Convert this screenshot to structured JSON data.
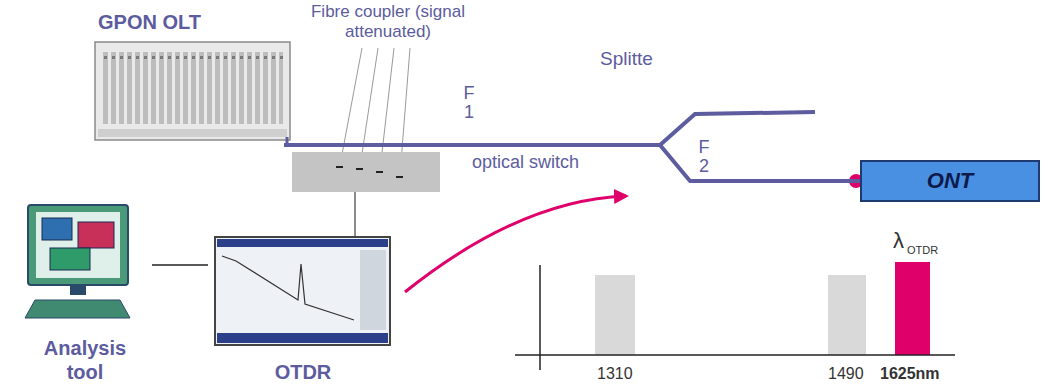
{
  "diagram": {
    "nodes": [
      {
        "text": [
          "GPON OLT"
        ]
      },
      {
        "text": [
          "Analysis tool"
        ]
      },
      {
        "text": [
          "OTDR"
        ]
      },
      {
        "text": [
          "ONT"
        ]
      }
    ],
    "edges": [
      {
        "from": 0,
        "to": 3,
        "arrow": "none"
      },
      {
        "from": 1,
        "to": 2,
        "arrow": "none"
      }
    ],
    "labels": [
      "Fibre coupler (signal attenuated)",
      "Splitte",
      "F 1",
      "optical switch",
      "F 2",
      "λ",
      "OTDR",
      "1310",
      "1490",
      "1625nm"
    ]
  }
}
